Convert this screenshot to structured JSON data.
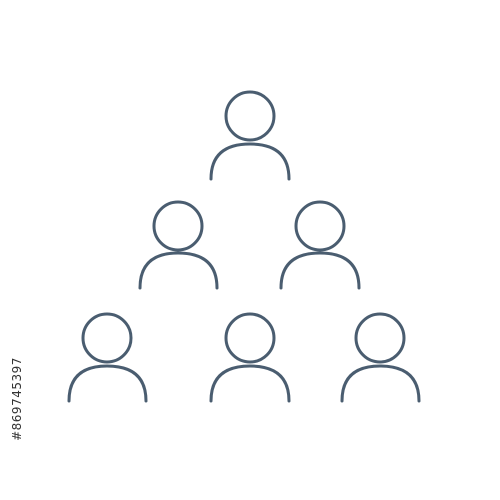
{
  "icon": {
    "name": "people-pyramid-icon",
    "stroke_color": "#4a5d70",
    "rows": [
      {
        "count": 1
      },
      {
        "count": 2
      },
      {
        "count": 3
      }
    ]
  },
  "watermark": {
    "stock_id": "#869745397"
  }
}
